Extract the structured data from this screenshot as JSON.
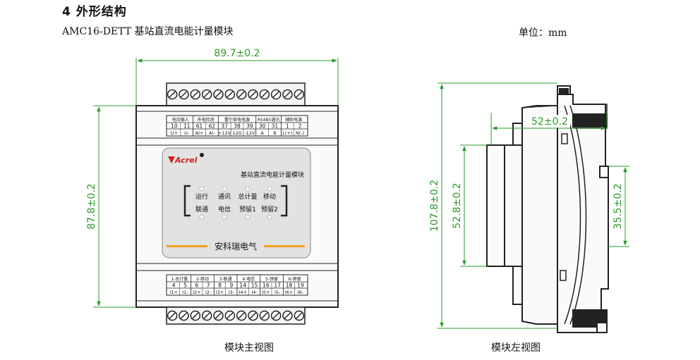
{
  "section_heading": "4 外形结构",
  "model_title": "AMC16-DETT 基站直流电能计量模块",
  "unit_label": "单位：mm",
  "captions": {
    "front": "模块主视图",
    "side": "模块左视图"
  },
  "dimensions": {
    "front_width": "89.7±0.2",
    "front_height": "87.8±0.2",
    "side_height": "107.8±0.2",
    "side_depth": "52±0.2",
    "side_inner_height": "52.8±0.2",
    "side_rail": "35.5±0.2"
  },
  "top_terminal": {
    "groups": [
      "电压输入",
      "市电检测",
      "霍尔供电电源",
      "RS485通讯",
      "辅助电源"
    ],
    "numbers": [
      "10",
      "11",
      "61",
      "62",
      "37",
      "38",
      "39",
      "30",
      "31",
      "1",
      "2"
    ],
    "signals": [
      "U+",
      "U-",
      "AI+",
      "AI-",
      "+12V",
      "12G",
      "-12V",
      "A",
      "B",
      "L(+)",
      "N(-)"
    ]
  },
  "panel": {
    "brand": "Acrel",
    "product_name": "基站直流电能计量模块",
    "indicators_row1": [
      "运行",
      "通讯",
      "总计量",
      "移动"
    ],
    "indicators_row2": [
      "联通",
      "电信",
      "预留1",
      "预留2"
    ],
    "company": "安科瑞电气"
  },
  "bottom_terminal": {
    "groups": [
      "1-总计量",
      "2-移动",
      "3-联通",
      "4-电信",
      "5-预留",
      "6-预留"
    ],
    "numbers": [
      "4",
      "5",
      "6",
      "7",
      "8",
      "9",
      "14",
      "15",
      "16",
      "17",
      "18",
      "19"
    ],
    "signals": [
      "I1+",
      "I1-",
      "I2+",
      "I2-",
      "I3+",
      "I3-",
      "I4+",
      "I4-",
      "I5+",
      "I5-",
      "I6+",
      "I6-"
    ]
  },
  "colors": {
    "dimension": "#2a9a2a",
    "accent_orange": "#f0a020",
    "brand_red": "#d02020",
    "outline": "#222222"
  }
}
